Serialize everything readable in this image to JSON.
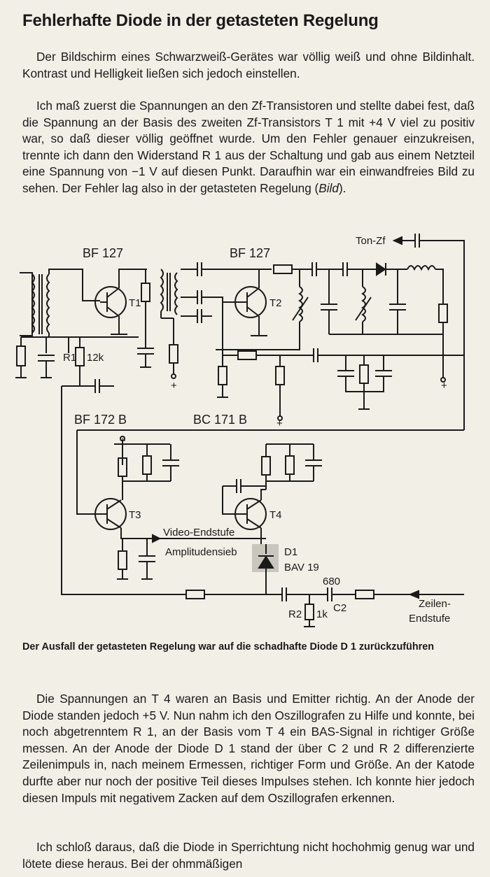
{
  "title": "Fehlerhafte Diode in der getasteten Regelung",
  "paragraphs": {
    "p1": "Der Bildschirm eines Schwarzweiß-Gerätes war völlig weiß und ohne Bildinhalt. Kontrast und Helligkeit ließen sich jedoch einstellen.",
    "p2_main": "Ich maß zuerst die Spannungen an den Zf-Transistoren und stellte dabei fest, daß die Spannung an der Basis des zweiten Zf-Transistors T 1 mit +4 V viel zu positiv war, so daß dieser völlig geöffnet wurde. Um den Fehler genauer einzukreisen, trennte ich dann den Widerstand R 1 aus der Schaltung und gab aus einem Netzteil eine Spannung von −1 V auf diesen Punkt. Daraufhin war ein einwandfreies Bild zu sehen. Der Fehler lag also in der getasteten Regelung (",
    "p2_ref": "Bild",
    "p2_end": ").",
    "p3": "Die Spannungen an T 4 waren an Basis und Emitter richtig. An der Anode der Diode standen jedoch +5 V. Nun nahm ich den Oszillografen zu Hilfe und konnte, bei noch abgetrenntem R 1, an der Basis vom T 4 ein BAS-Signal in richtiger Größe messen. An der Anode der Diode D 1 stand der über C 2 und R 2 differenzierte Zeilenimpuls in, nach meinem Ermessen, richtiger Form und Größe. An der Katode durfte aber nur noch der positive Teil dieses Impulses stehen. Ich konnte hier jedoch diesen Impuls mit negativem Zacken auf dem Oszillografen erkennen.",
    "p4": "Ich schloß daraus, daß die Diode in Sperrichtung nicht hochohmig genug war und lötete diese heraus. Bei der ohmmäßigen"
  },
  "caption": "Der Ausfall der getasteten Regelung war auf die schadhafte Diode D 1 zurückzuführen",
  "schematic": {
    "ton_zf": "Ton-Zf",
    "bf127_a": "BF 127",
    "bf127_b": "BF 127",
    "t1": "T1",
    "t2": "T2",
    "r1": "R1",
    "r1_value": "12k",
    "bf172b": "BF 172 B",
    "bc171b": "BC 171 B",
    "t3": "T3",
    "t4": "T4",
    "video_endstufe": "Video-Endstufe",
    "amplitudensieb": "Amplitudensieb",
    "d1": "D1",
    "bav19": "BAV 19",
    "c680": "680",
    "c2": "C2",
    "r2": "R2",
    "r2_value": "1k",
    "zeilen": "Zeilen-",
    "endstufe": "Endstufe",
    "plus": "+"
  }
}
